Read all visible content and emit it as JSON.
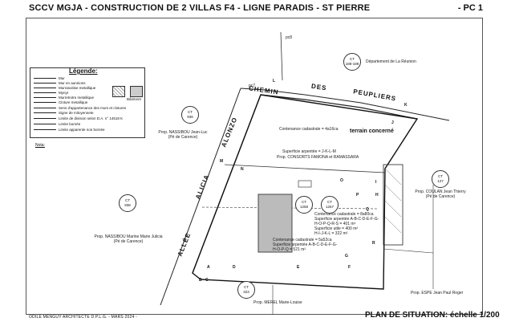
{
  "header": {
    "title": "SCCV MGJA - CONSTRUCTION DE 2 VILLAS F4 - LIGNE PARADIS - ST PIERRE",
    "page": "- PC 1"
  },
  "footer": {
    "architect": "ODILE MENGUY  ARCHITECTE D.P.L.G. -   MARS 2024 -",
    "plan": "PLAN DE SITUATION: échelle 1/200"
  },
  "legend": {
    "title": "Légende:",
    "items": [
      "Mur",
      "Mur en aunnions",
      "Murrasoitise metallique",
      "Mynyt",
      "Murretrotre metallique",
      "Cloture metallique",
      "Sens d'appartenance des murs et clotures",
      "Signe de mitoyennete",
      "Limite de division selon D.A. n° 14518 K",
      "Limite bornée",
      "Limite apparente non bornée"
    ],
    "batiment": "Bâtiment"
  },
  "nota": "Nota:",
  "streets": {
    "chemin": "CHEMIN",
    "des": "DES",
    "peupliers": "PEUPLIERS",
    "alicia": "ALICIA",
    "allee": "ALLÉE",
    "alonzo": "ALONZO"
  },
  "terrain": "terrain concerné",
  "parcels": [
    {
      "ct": "CT",
      "num": "188-189",
      "label": "Département de La Réunion"
    },
    {
      "ct": "CT",
      "num": "936",
      "label": "Prop. NASSIBOU Jean-Luc (Pé de Carence)"
    },
    {
      "ct": "CT",
      "num": "127",
      "label": "Prop. COULAN Jean Thierry (Pé de Carence)"
    },
    {
      "ct": "CT",
      "num": "938",
      "label": "Prop. NASSIBOU Marine Marie Julicia (Pé de Carence)"
    },
    {
      "ct": "CT",
      "num": "323",
      "label": "Prop. MEREL Marie-Louise"
    },
    {
      "ct": "CT",
      "num": "1257",
      "label": ""
    },
    {
      "ct": "CT",
      "num": "1258",
      "label": ""
    }
  ],
  "texts": {
    "contenance1": "Contenance cadastrale = 4a16ca",
    "superficie1": "Superficie arpentée = J-K-L-M",
    "prop_consorts": "Prop. CONSORTS FAMONA et RAMASSARA",
    "contenance2": "Contenance cadastrale = 8a80ca",
    "superficie2": "Superficie arpentée A-B-C-D-E-F-G-",
    "area2": "H-O-P-Q-R-S = 401 m²",
    "utile": "Superficie utile = 400 m²",
    "area3": "H-I-J-K-L = 322 m²",
    "contenance3": "Contenance cadastrale = 5a52ca",
    "superficie3": "Superficie arpentée A-B-C-D-E-F-G-",
    "area4": "H-O-P-Q = 521 m²",
    "prop_bottom_right": "Prop. ESPE Jean Paul Roger",
    "pc8": "pc8",
    "pc7": "pc7"
  },
  "points": [
    "A",
    "B",
    "C",
    "D",
    "E",
    "F",
    "G",
    "H",
    "I",
    "J",
    "K",
    "L",
    "M",
    "N",
    "O",
    "P",
    "Q",
    "R"
  ],
  "colors": {
    "line": "#222",
    "hatch": "#888",
    "building": "#bbb"
  }
}
